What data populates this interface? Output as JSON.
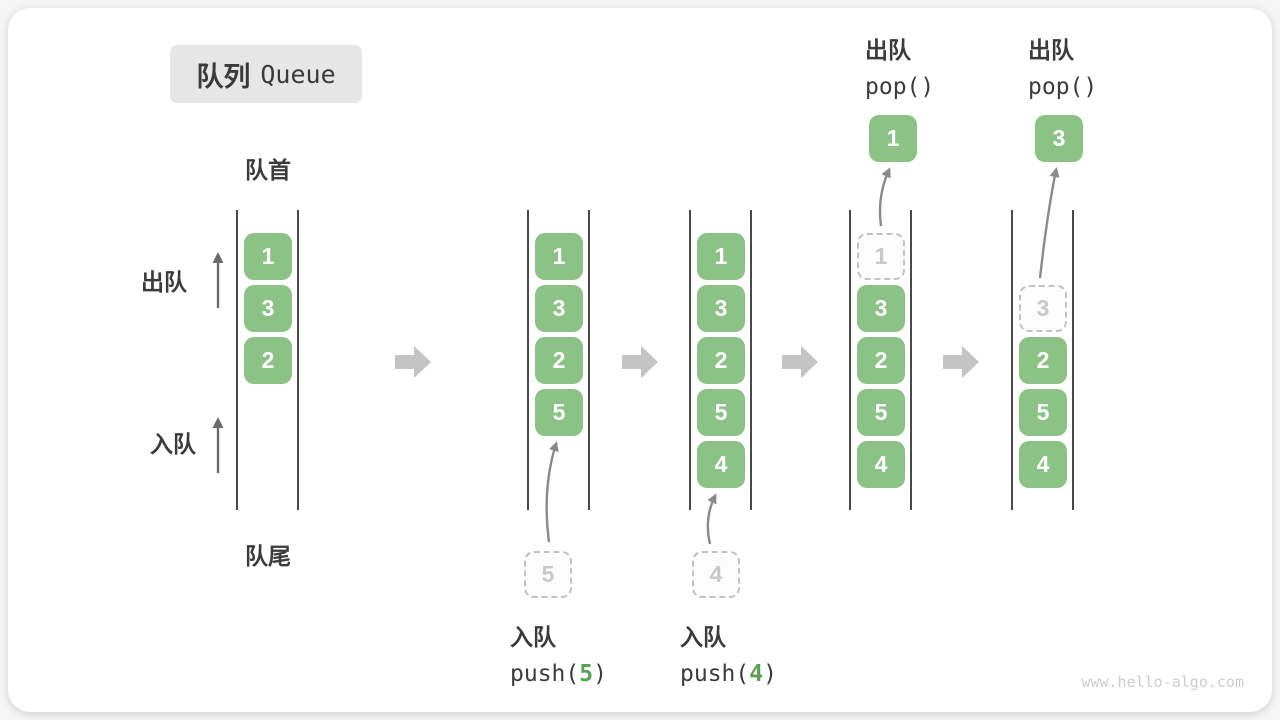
{
  "title": {
    "zh": "队列",
    "en": "Queue"
  },
  "side_labels": {
    "front": "队首",
    "rear": "队尾",
    "dequeue": "出队",
    "enqueue": "入队"
  },
  "annotations": {
    "push5": {
      "action": "入队",
      "code_open": "push(",
      "arg": "5",
      "code_close": ")"
    },
    "push4": {
      "action": "入队",
      "code_open": "push(",
      "arg": "4",
      "code_close": ")"
    },
    "pop1": {
      "action": "出队",
      "code": "pop()"
    },
    "pop2": {
      "action": "出队",
      "code": "pop()"
    }
  },
  "states": [
    {
      "cells": [
        {
          "value": "1",
          "style": "solid"
        },
        {
          "value": "3",
          "style": "solid"
        },
        {
          "value": "2",
          "style": "solid"
        }
      ]
    },
    {
      "cells": [
        {
          "value": "1",
          "style": "solid"
        },
        {
          "value": "3",
          "style": "solid"
        },
        {
          "value": "2",
          "style": "solid"
        },
        {
          "value": "5",
          "style": "solid"
        }
      ],
      "incoming": {
        "value": "5"
      }
    },
    {
      "cells": [
        {
          "value": "1",
          "style": "solid"
        },
        {
          "value": "3",
          "style": "solid"
        },
        {
          "value": "2",
          "style": "solid"
        },
        {
          "value": "5",
          "style": "solid"
        },
        {
          "value": "4",
          "style": "solid"
        }
      ],
      "incoming": {
        "value": "4"
      }
    },
    {
      "cells": [
        {
          "value": "1",
          "style": "ghost"
        },
        {
          "value": "3",
          "style": "solid"
        },
        {
          "value": "2",
          "style": "solid"
        },
        {
          "value": "5",
          "style": "solid"
        },
        {
          "value": "4",
          "style": "solid"
        }
      ],
      "popped": {
        "value": "1"
      }
    },
    {
      "cells": [
        {
          "value": "3",
          "style": "ghost"
        },
        {
          "value": "2",
          "style": "solid"
        },
        {
          "value": "5",
          "style": "solid"
        },
        {
          "value": "4",
          "style": "solid"
        }
      ],
      "popped": {
        "value": "3"
      }
    }
  ],
  "watermark": "www.hello-algo.com",
  "colors": {
    "cell_green": "#8DC287",
    "accent_green": "#5BA052",
    "wall_line": "#4a4a4a",
    "block_arrow": "#c4c4c4",
    "curve_arrow": "#8a8a8a",
    "text": "#3b3b3b",
    "ghost_border": "#c2c2c2",
    "title_bg": "#e6e6e6"
  }
}
